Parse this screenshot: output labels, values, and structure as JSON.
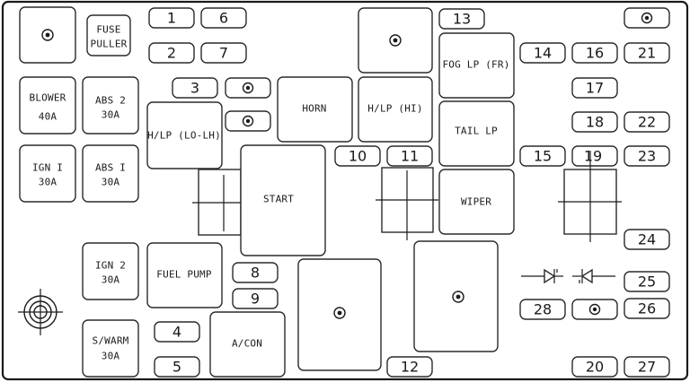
{
  "components": {
    "fuse_puller": [
      "FUSE",
      "PULLER"
    ],
    "blower": [
      "BLOWER",
      "40A"
    ],
    "abs2": [
      "ABS 2",
      "30A"
    ],
    "ign1": [
      "IGN I",
      "30A"
    ],
    "abs1": [
      "ABS I",
      "30A"
    ],
    "ign2": [
      "IGN 2",
      "30A"
    ],
    "swarm": [
      "S/WARM",
      "30A"
    ],
    "fuel_pump": "FUEL PUMP",
    "aircon": "A/CON",
    "hlp_lo_lh": "H/LP (LO-LH)",
    "horn": "HORN",
    "hlp_hi": "H/LP (HI)",
    "start": "START",
    "fog_lp": "FOG LP (FR)",
    "tail_lp": "TAIL LP",
    "wiper": "WIPER"
  },
  "fuses": {
    "f1": "1",
    "f2": "2",
    "f3": "3",
    "f4": "4",
    "f5": "5",
    "f6": "6",
    "f7": "7",
    "f8": "8",
    "f9": "9",
    "f10": "10",
    "f11": "11",
    "f12": "12",
    "f13": "13",
    "f14": "14",
    "f15": "15",
    "f16": "16",
    "f17": "17",
    "f18": "18",
    "f19": "19",
    "f20": "20",
    "f21": "21",
    "f22": "22",
    "f23": "23",
    "f24": "24",
    "f25": "25",
    "f26": "26",
    "f27": "27",
    "f28": "28"
  }
}
